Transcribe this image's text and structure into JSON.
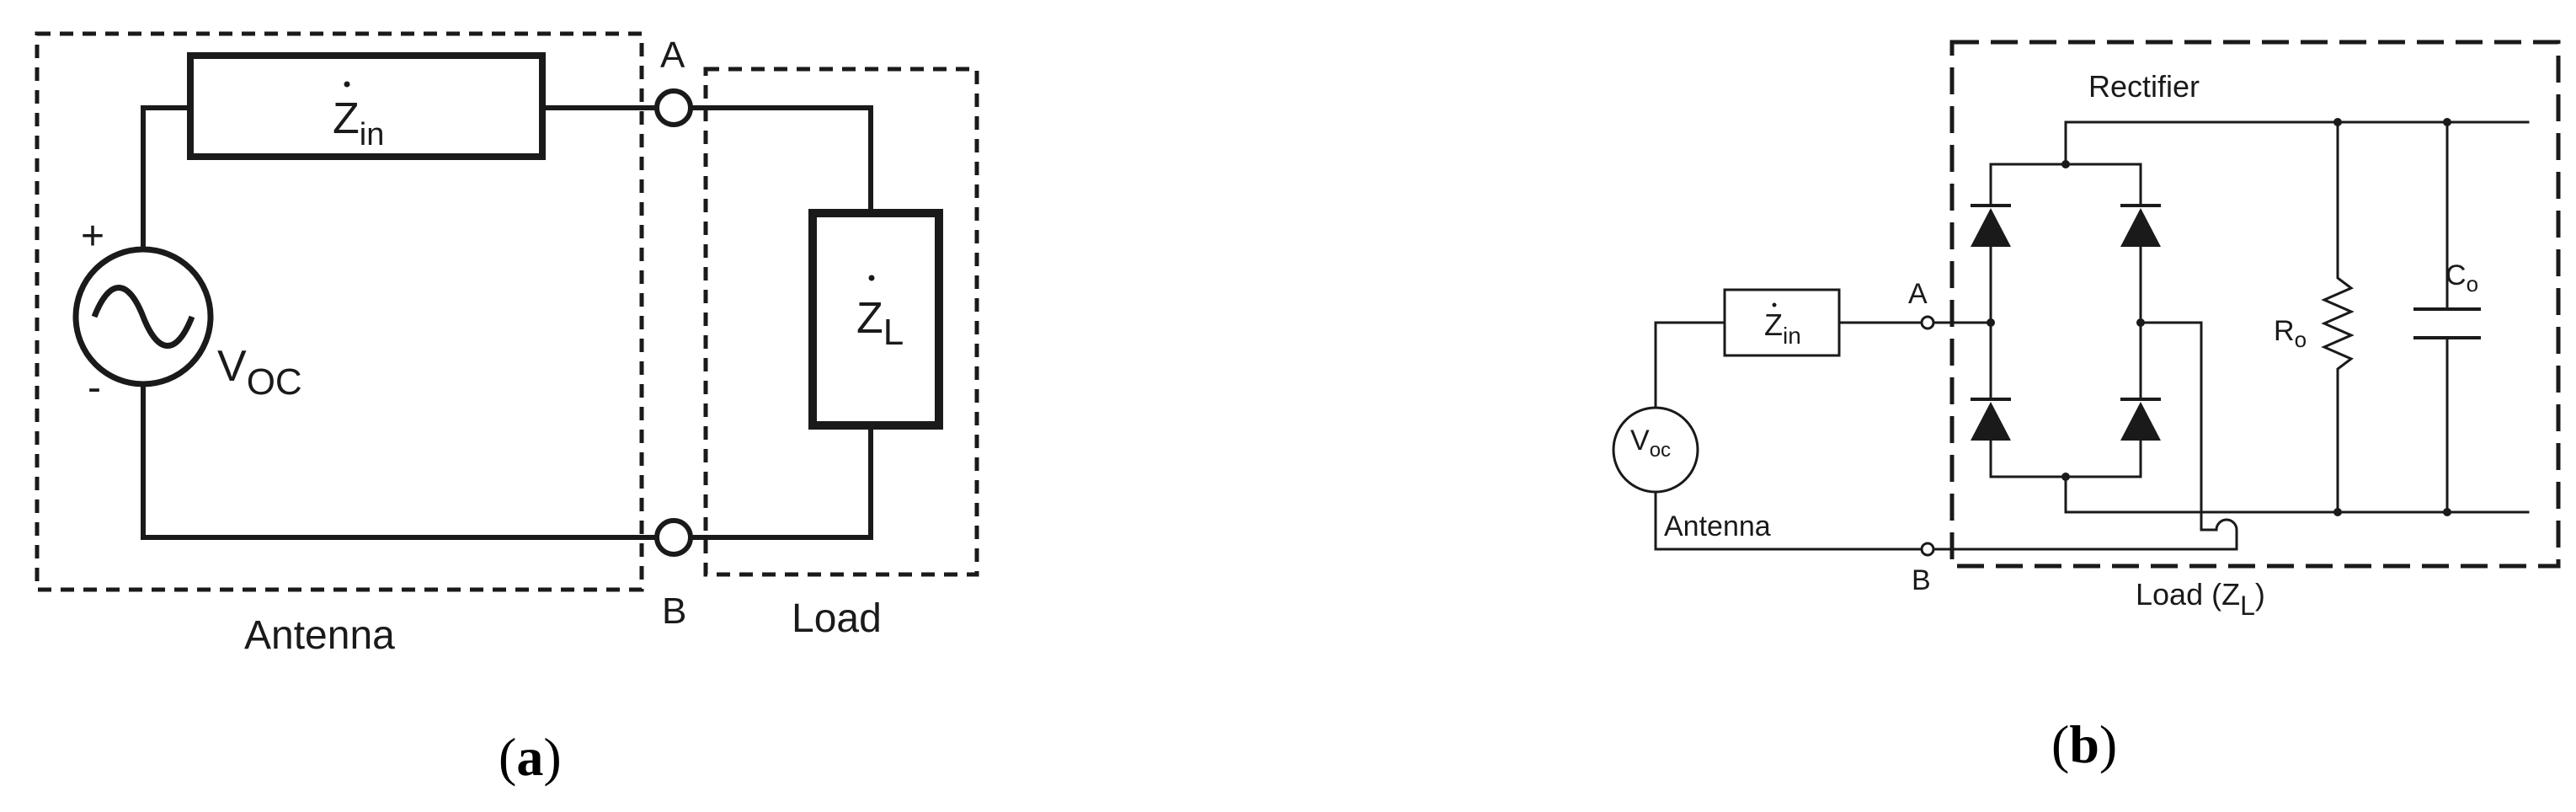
{
  "panel_a": {
    "caption_open": "(",
    "caption_letter": "a",
    "caption_close": ")",
    "node_a": "A",
    "node_b": "B",
    "antenna_label": "Antenna",
    "load_label": "Load",
    "zin_base": "Z",
    "zin_sub": "in",
    "zl_base": "Z",
    "zl_sub": "L",
    "voc_base": "V",
    "voc_sub": "OC",
    "plus": "+",
    "minus": "-"
  },
  "panel_b": {
    "caption_open": "(",
    "caption_letter": "b",
    "caption_close": ")",
    "rectifier_label": "Rectifier",
    "node_a": "A",
    "node_b": "B",
    "antenna_label": "Antenna",
    "load_label_main": "Load (Z",
    "load_label_sub": "L",
    "load_label_close": ")",
    "zin_base": "Z",
    "zin_sub": "in",
    "voc_base": "V",
    "voc_sub": "oc",
    "ro_base": "R",
    "ro_sub": "o",
    "co_base": "C",
    "co_sub": "o"
  }
}
